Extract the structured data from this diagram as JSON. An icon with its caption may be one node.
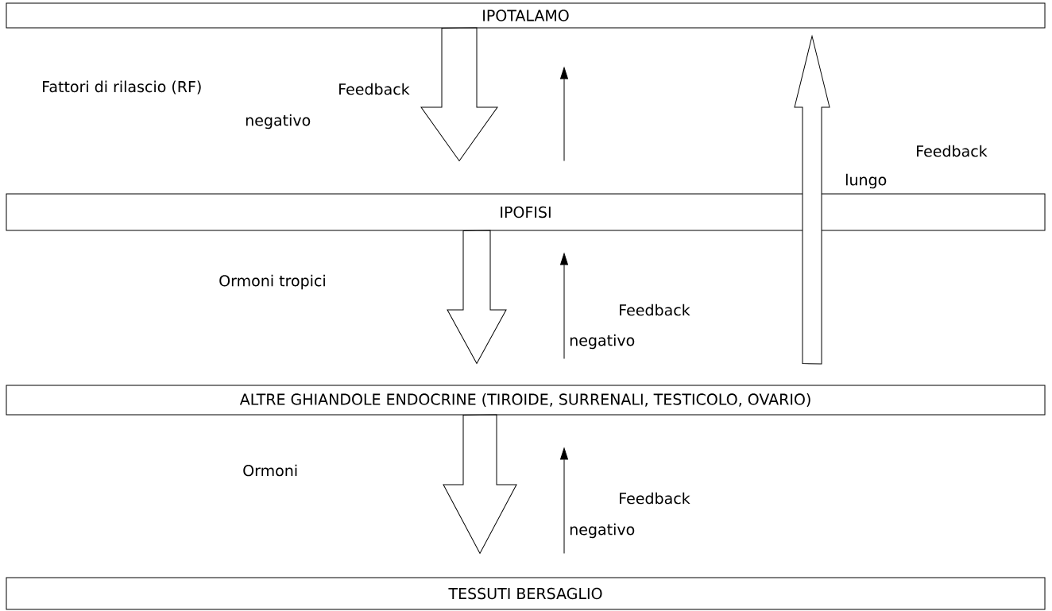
{
  "diagram": {
    "nodes": [
      {
        "text": [
          "IPOTALAMO"
        ]
      },
      {
        "text": [
          "IPOFISI"
        ]
      },
      {
        "text": [
          "ALTRE GHIANDOLE ENDOCRINE (TIROIDE, SURRENALI, TESTICOLO, OVARIO)"
        ]
      },
      {
        "text": [
          "TESSUTI BERSAGLIO"
        ]
      }
    ],
    "edges": [
      {
        "from": 0,
        "to": 1,
        "arrow": "to",
        "style": "thick"
      },
      {
        "from": 1,
        "to": 0,
        "arrow": "to"
      },
      {
        "from": 1,
        "to": 2,
        "arrow": "to",
        "style": "thick"
      },
      {
        "from": 2,
        "to": 1,
        "arrow": "to"
      },
      {
        "from": 2,
        "to": 3,
        "arrow": "to",
        "style": "thick"
      },
      {
        "from": 3,
        "to": 2,
        "arrow": "to"
      },
      {
        "from": 2,
        "to": 0,
        "arrow": "to",
        "style": "thick"
      }
    ],
    "labels": [
      "Fattori di rilascio (RF)",
      "Feedback",
      "negativo",
      "Feedback",
      "lungo",
      "Ormoni tropici",
      "Feedback",
      "negativo",
      "Ormoni",
      "Feedback",
      "negativo"
    ]
  }
}
